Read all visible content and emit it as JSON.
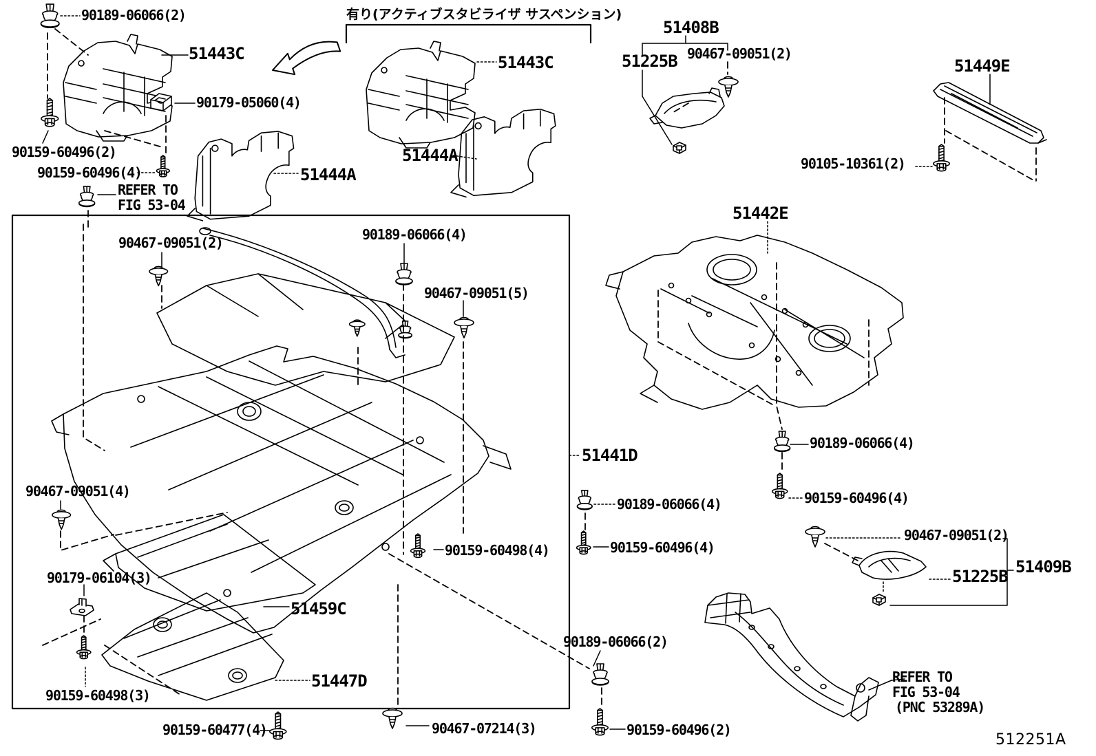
{
  "figure": {
    "code": "512251A",
    "note_jp": "有り(アクティブスタビライザ サスペンション)"
  },
  "labels": {
    "clip_tl": "90189-06066(2)",
    "part_51443c_a": "51443C",
    "unut_a": "90179-05060(4)",
    "screw_a": "90159-60496(2)",
    "screw_b": "90159-60496(4)",
    "refer1_l1": "REFER TO",
    "refer1_l2": "FIG 53-04",
    "part_51444a_a": "51444A",
    "note_jp": "有り(アクティブスタビライザ サスペンション)",
    "part_51443c_b": "51443C",
    "part_51444a_b": "51444A",
    "part_51408b": "51408B",
    "part_51225b_a": "51225B",
    "pin_tr": "90467-09051(2)",
    "bolt_tr": "90105-10361(2)",
    "part_51449e": "51449E",
    "part_51442e": "51442E",
    "pin_box_a": "90467-09051(2)",
    "clip_box_a": "90189-06066(4)",
    "pin_box_b": "90467-09051(5)",
    "part_51441d": "51441D",
    "clip_mid": "90189-06066(4)",
    "screw_mid": "90159-60496(4)",
    "pin_box_c": "90467-09051(4)",
    "screw_mid2": "90159-60498(4)",
    "clamp_a": "90179-06104(3)",
    "part_51459c": "51459C",
    "screw_bl": "90159-60498(3)",
    "part_51447d": "51447D",
    "screw_bot_a": "90159-60477(4)",
    "pin_bot": "90467-07214(3)",
    "clip_bot": "90189-06066(2)",
    "screw_bot_b": "90159-60496(2)",
    "clip_r": "90189-06066(4)",
    "screw_r": "90159-60496(4)",
    "pin_r": "90467-09051(2)",
    "part_51225b_b": "51225B",
    "part_51409b": "51409B",
    "refer2_l1": "REFER TO",
    "refer2_l2": "FIG 53-04",
    "refer2_l3": "(PNC 53289A)",
    "figure_code": "512251A"
  }
}
